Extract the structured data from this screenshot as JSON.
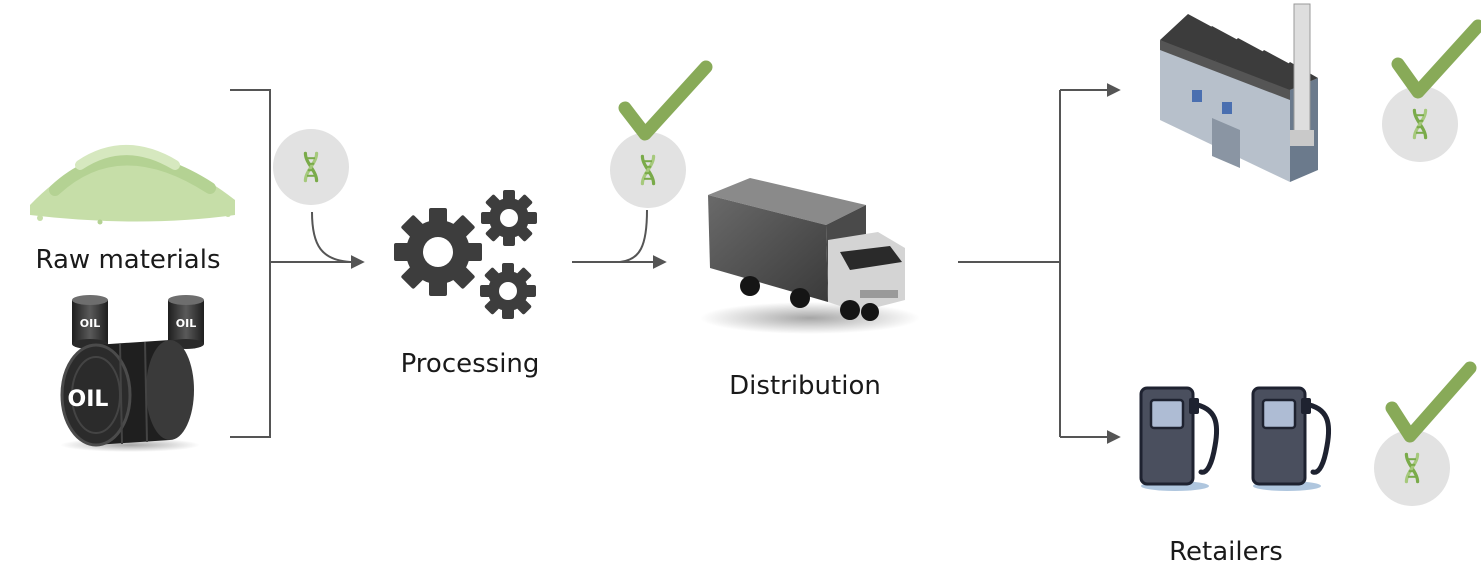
{
  "labels": {
    "raw_materials": "Raw materials",
    "processing": "Processing",
    "distribution": "Distribution",
    "retailers": "Retailers"
  },
  "barrels": {
    "small_left": "OIL",
    "small_right": "OIL",
    "large": "OIL"
  },
  "colors": {
    "line": "#555555",
    "marker_circle": "#e2e2e2",
    "dna": "#7aab4a",
    "check": "#88aa58",
    "granules": "#c6dea8"
  },
  "icons": {
    "tracer_markers": [
      "dna-icon",
      "dna-icon",
      "dna-icon",
      "dna-icon"
    ],
    "checkmarks": [
      "checkmark-icon",
      "checkmark-icon",
      "checkmark-icon"
    ]
  }
}
